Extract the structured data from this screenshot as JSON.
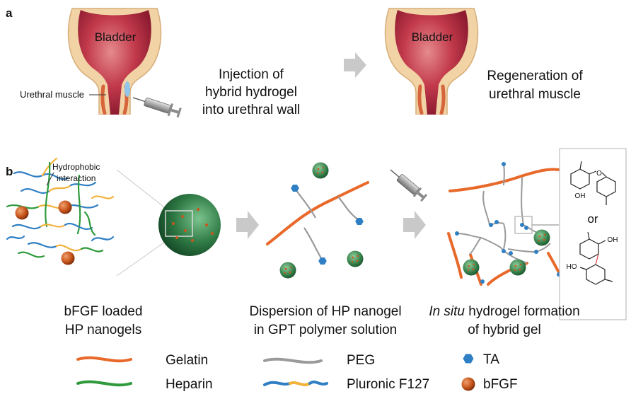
{
  "panel_a": {
    "letter": "a",
    "bladder_label_left": "Bladder",
    "bladder_label_right": "Bladder",
    "muscle_label": "Urethral muscle",
    "injection_text": [
      "Injection of",
      "hybrid hydrogel",
      "into urethral wall"
    ],
    "regeneration_text": [
      "Regeneration of",
      "urethral muscle"
    ]
  },
  "panel_b": {
    "letter": "b",
    "hydrophobic_label": [
      "Hydrophobic",
      "interaction"
    ],
    "caption_1": [
      "bFGF loaded",
      "HP nanogels"
    ],
    "caption_2": [
      "Dispersion of HP nanogel",
      "in GPT polymer solution"
    ],
    "caption_3_italic": "In situ",
    "caption_3_rest": " hydrogel formation",
    "caption_3_line2": "of hybrid gel",
    "structure_or": "or",
    "structure_oh_1": "OH",
    "structure_oh_2": "OH",
    "structure_oh_3": "HO",
    "structure_o": "O"
  },
  "legend": [
    {
      "label": "Gelatin",
      "color": "#e8692a"
    },
    {
      "label": "Heparin",
      "color": "#2e9a3c"
    },
    {
      "label": "PEG",
      "color": "#9a9a9a"
    },
    {
      "label": "Pluronic F127",
      "color": "#2f7fc4"
    },
    {
      "label": "TA",
      "color": "#2f7fc4"
    },
    {
      "label": "bFGF",
      "color": "#c8561c"
    }
  ],
  "colors": {
    "gelatin": "#e8692a",
    "heparin": "#2e9a3c",
    "peg": "#9a9a9a",
    "pluronic_blue": "#2f7fc4",
    "pluronic_yellow": "#f2b23a",
    "bfgf": "#c8561c",
    "nanogel": "#3c8a4e",
    "bladder_fill": "#a8243a",
    "bladder_wall": "#f1d3a6",
    "arrow_gray": "#c9c9c9"
  }
}
